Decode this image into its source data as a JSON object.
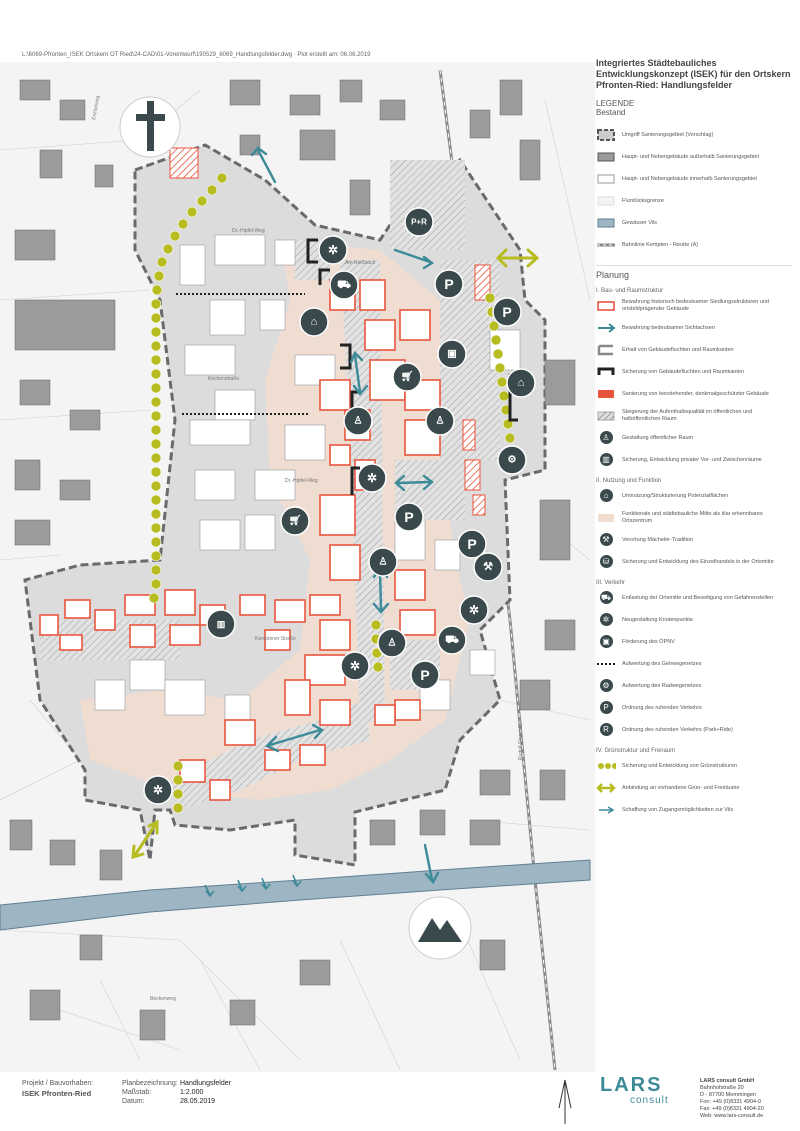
{
  "header": {
    "path": "L:\\6069-Pfronten_ISEK Ortskern OT Ried\\24-CAD\\01-Vorentwurf\\190529_6069_Handlungsfelder.dwg  ·  Plot erstellt am: 06.06.2019"
  },
  "title": {
    "line1": "Integriertes Städtebauliches",
    "line2": "Entwicklungskonzept (ISEK) für den Ortskern",
    "line3": "Pfronten-Ried: Handlungsfelder"
  },
  "legend": {
    "heading": "LEGENDE",
    "bestand_heading": "Bestand",
    "bestand": [
      {
        "label": "Umgriff Sanierungsgebiet (Vorschlag)",
        "sym": "umgriff"
      },
      {
        "label": "Haupt- und Nebengebäude außerhalb Sanierungsgebiet",
        "sym": "bldg-dark"
      },
      {
        "label": "Haupt- und Nebengebäude innerhalb Sanierungsgebiet",
        "sym": "bldg-light"
      },
      {
        "label": "Flurstücksgrenze",
        "sym": "parcel"
      },
      {
        "label": "Gewässer Vils",
        "sym": "water"
      },
      {
        "label": "Bahnlinie Kempten - Reutte (A)",
        "sym": "rail"
      }
    ],
    "planung_heading": "Planung",
    "sections": [
      {
        "title": "I. Bau- und Raumstruktur",
        "items": [
          {
            "label": "Bewahrung historisch bedeutsamer Siedlungsstrukturen und ortsbildprägender Gebäude",
            "sym": "red-outline"
          },
          {
            "label": "Bewahrung bedeutsamer Sichtachsen",
            "sym": "arrow-teal"
          },
          {
            "label": "Erhalt von Gebäudefluchten und Raumkanten",
            "sym": "bracket-grey"
          },
          {
            "label": "Sicherung von Gebäudefluchten und Raumkanten",
            "sym": "bracket-black"
          },
          {
            "label": "Sanierung von leerstehender, denkmalgeschützter Gebäude",
            "sym": "red-hatch"
          },
          {
            "label": "Steigerung der Aufenthaltsqualität im öffentlichen und halböffentlichen Raum",
            "sym": "grey-hatch"
          },
          {
            "label": "Gestaltung öffentlicher Raum",
            "sym": "icon-bench"
          },
          {
            "label": "Sicherung, Entwicklung privater Vor- und Zwischenräume",
            "sym": "icon-fence"
          }
        ]
      },
      {
        "title": "II. Nutzung und Funktion",
        "items": [
          {
            "label": "Umnutzung/Strukturierung Potenzialflächen",
            "sym": "icon-house"
          },
          {
            "label": "Funktionale und städtebauliche Mitte als klar erkennbares Ortszentrum",
            "sym": "beige"
          },
          {
            "label": "Verortung Mächeler-Tradition",
            "sym": "icon-hammer"
          },
          {
            "label": "Sicherung und Entwicklung des Einzelhandels in der Ortsmitte",
            "sym": "icon-cart"
          }
        ]
      },
      {
        "title": "III. Verkehr",
        "items": [
          {
            "label": "Entlastung der Ortsmitte und Beseitigung von Gefahrenstellen",
            "sym": "icon-car"
          },
          {
            "label": "Neugestaltung Knotenpunkte",
            "sym": "icon-node"
          },
          {
            "label": "Förderung des ÖPNV",
            "sym": "icon-bus"
          },
          {
            "label": "Aufwertung des Gehwegenetzes",
            "sym": "dotline"
          },
          {
            "label": "Aufwertung des Radwegenetzes",
            "sym": "icon-bike"
          },
          {
            "label": "Ordnung des ruhenden Verkehrs",
            "sym": "icon-p"
          },
          {
            "label": "Ordnung des ruhenden Verkehrs (Park+Ride)",
            "sym": "icon-pr"
          }
        ]
      },
      {
        "title": "IV. Grünstruktur und Freiraum",
        "items": [
          {
            "label": "Sicherung und Entwicklung von Grünstrukturen",
            "sym": "green-dots"
          },
          {
            "label": "Anbindung an vorhandene Grün- und Freiräume",
            "sym": "green-arrow"
          },
          {
            "label": "Schaffung von Zugangsmöglichkeiten zur Vils",
            "sym": "teal-arrow-small"
          }
        ]
      }
    ]
  },
  "map": {
    "streets": [
      "Dr.-Hipfel-Weg",
      "Kirchenstraße",
      "Am Rießbach",
      "Dr.-Hipfel-Weg",
      "Kemptener Straße",
      "Enzianweg",
      "Rudolf-Diesel-Str.",
      "Beckenweg"
    ]
  },
  "footer": {
    "projekt_label": "Projekt / Bauvorhaben:",
    "projekt_value": "ISEK Pfronten-Ried",
    "plan_label": "Planbezeichnung:",
    "plan_value": "Handlungsfelder",
    "massstab_label": "Maßstab:",
    "massstab_value": "1:2.000",
    "datum_label": "Datum:",
    "datum_value": "28.05.2019",
    "logo_text1": "LARS",
    "logo_text2": "consult",
    "company": "LARS consult GmbH",
    "address1": "Bahnhofstraße 20",
    "address2": "D - 87700 Memmingen",
    "phone": "Fon:   +49 (0)8331 4904-0",
    "fax": "Fax:   +49 (0)8331 4904-20",
    "web": "Web:  www.lars-consult.de"
  },
  "colors": {
    "red": "#e8553e",
    "teal": "#3d8a98",
    "dark": "#3a4a4c",
    "green": "#b7bd21",
    "beige": "#f1ddd0",
    "water": "#9eb5c3"
  }
}
